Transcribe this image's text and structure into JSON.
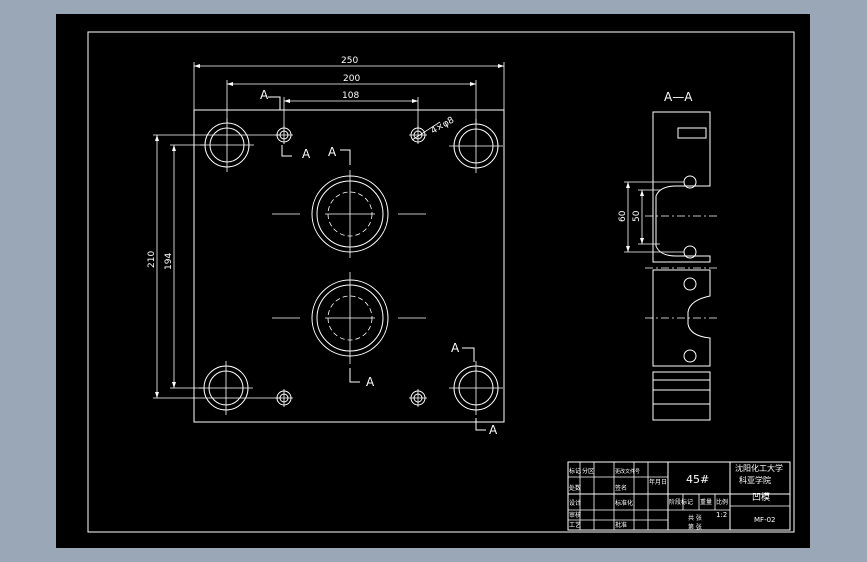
{
  "colors": {
    "workspace": "#9aa7b7",
    "paper": "#000000",
    "line": "#ffffff"
  },
  "plan_view": {
    "dimensions": {
      "overall_width": "250",
      "hole_pitch": "200",
      "inner_pitch": "108",
      "overall_height": "210",
      "inner_height": "194",
      "small_holes": "4×φ8"
    },
    "section_marks": {
      "top_left": "A",
      "top_right": "A",
      "center_top": "A",
      "center_bottom": "A",
      "right_top": "A",
      "right_bottom": "A"
    }
  },
  "section_view": {
    "title": "A—A",
    "dimensions": {
      "cavity_outer": "60",
      "cavity_inner": "50"
    }
  },
  "title_block": {
    "material": "45#",
    "university_line1": "沈阳化工大学",
    "university_line2": "科亚学院",
    "part_name": "凹模",
    "drawing_no": "MF-02",
    "scale": "1:2",
    "labels": {
      "c1": "标记",
      "c2": "处数",
      "c3": "设计",
      "c4": "审核",
      "c5": "工艺",
      "d1": "分区",
      "d2": "更改文件号",
      "d3": "签名",
      "d4": "年月日",
      "e1": "标准化",
      "e2": "批准",
      "stage": "阶段标记",
      "weight": "重量",
      "ratio": "比例",
      "sheet_total": "共 张",
      "sheet_no": "第 张"
    }
  }
}
